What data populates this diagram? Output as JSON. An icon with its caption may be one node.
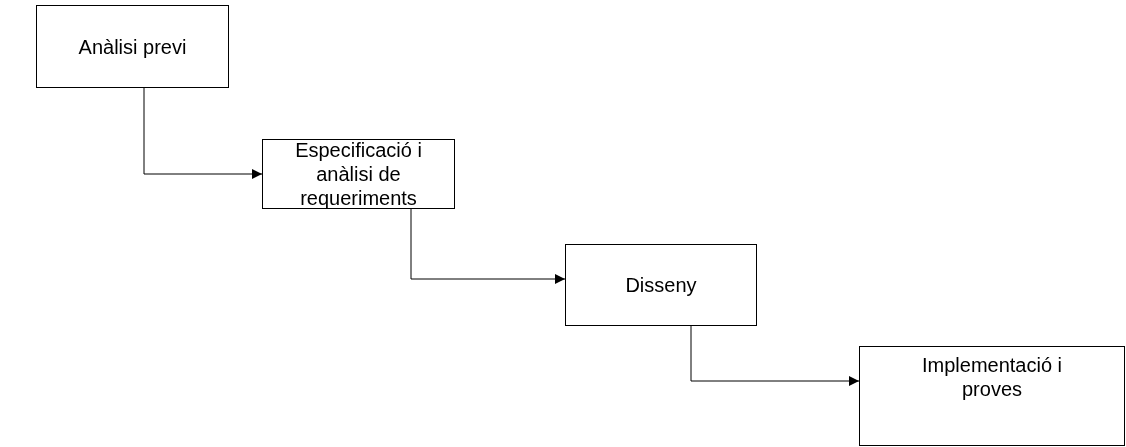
{
  "diagram": {
    "nodes": [
      {
        "text": [
          "Anàlisi previ"
        ]
      },
      {
        "text": [
          "Especificació i anàlisi de requeriments"
        ]
      },
      {
        "text": [
          "Disseny"
        ]
      },
      {
        "text": [
          "Implementació i proves"
        ]
      }
    ],
    "edges": [
      {
        "from": 0,
        "to": 1,
        "arrow": "to"
      },
      {
        "from": 1,
        "to": 2,
        "arrow": "to"
      },
      {
        "from": 2,
        "to": 3,
        "arrow": "to"
      }
    ]
  }
}
